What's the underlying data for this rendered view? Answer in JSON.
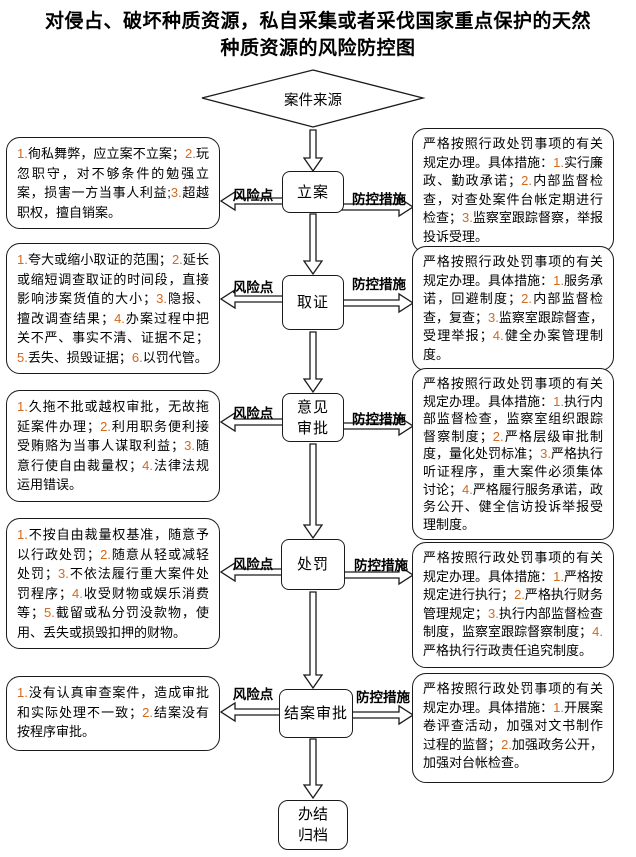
{
  "title": "对侵占、破坏种质资源，私自采集或者采伐国家重点保护的天然种质资源的风险防控图",
  "source": {
    "label": "案件来源"
  },
  "labels": {
    "risk": "风险点",
    "measure": "防控措施"
  },
  "rows": [
    {
      "step": "立案",
      "risk": "1.徇私舞弊，应立案不立案；2.玩忽职守，对不够条件的勉强立案，损害一方当事人利益;3.超越职权，擅自销案。",
      "measure": "严格按照行政处罚事项的有关规定办理。具体措施：1.实行廉政、勤政承诺；2.内部监督检查，对查处案件台帐定期进行检查；3.监察室跟踪督察，举报投诉受理。"
    },
    {
      "step": "取证",
      "risk": "1.夸大或缩小取证的范围；2.延长或缩短调查取证的时间段，直接影响涉案货值的大小；3.隐报、擅改调查结果；4.办案过程中把关不严、事实不清、证据不足；5.丢失、损毁证据；6.以罚代管。",
      "measure": "严格按照行政处罚事项的有关规定办理。具体措施：1.服务承诺，回避制度；2.内部监督检查，复查；3.监察室跟踪督查，受理举报；4.健全办案管理制度。"
    },
    {
      "step": "意见\n审批",
      "risk": "1.久拖不批或越权审批，无故拖延案件办理；2.利用职务便利接受贿赂为当事人谋取利益；3.随意行使自由裁量权；4.法律法规运用错误。",
      "measure": "严格按照行政处罚事项的有关规定办理。具体措施：1.执行内部监督检查，监察室组织跟踪督察制度；2.严格层级审批制度，量化处罚标准；3.严格执行听证程序，重大案件必须集体讨论；4.严格履行服务承诺，政务公开、健全信访投诉举报受理制度。"
    },
    {
      "step": "处罚",
      "risk": "1.不按自由裁量权基准，随意予以行政处罚；2.随意从轻或减轻处罚；3.不依法履行重大案件处罚程序；4.收受财物或娱乐消费等；5.截留或私分罚没款物，使用、丢失或损毁扣押的财物。",
      "measure": "严格按照行政处罚事项的有关规定办理。具体措施：1.严格按规定进行执行；2.严格执行财务管理规定；3.执行内部监督检查制度，监察室跟踪督察制度；4.严格执行行政责任追究制度。"
    },
    {
      "step": "结案审批",
      "risk": "1.没有认真审查案件，造成审批和实际处理不一致；2.结案没有按程序审批。",
      "measure": "严格按照行政处罚事项的有关规定办理。具体措施：1.开展案卷评查活动，加强对文书制作过程的监督；2.加强政务公开，加强对台帐检查。"
    }
  ],
  "end": {
    "label": "办结\n归档"
  },
  "colors": {
    "number_accent": "#d2691e"
  }
}
